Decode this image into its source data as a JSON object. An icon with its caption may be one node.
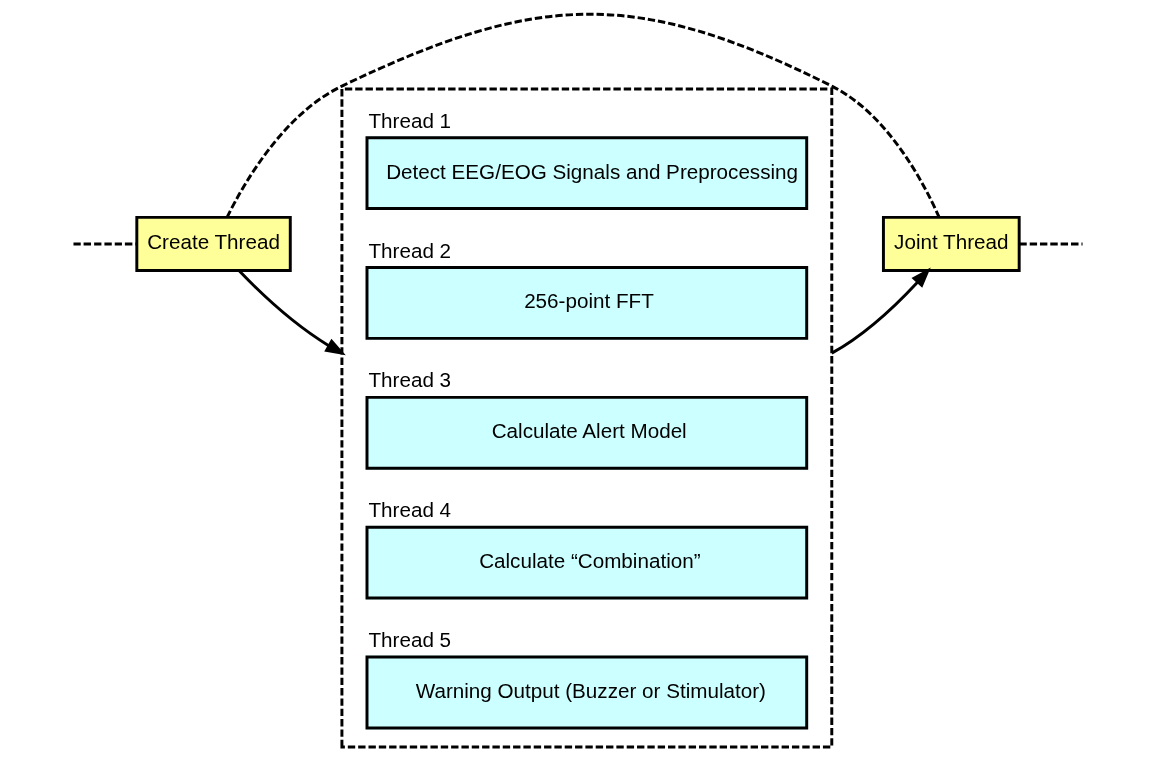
{
  "diagram": {
    "nodes": [
      {
        "text": [
          "Create Thread"
        ]
      },
      {
        "text": [
          "Joint Thread"
        ]
      },
      {
        "text": [],
        "shape": "box"
      },
      {
        "text": [
          "Thread 1",
          "Detect EEG/EOG Signals and Preprocessing"
        ],
        "in": 2
      },
      {
        "text": [
          "Thread 2",
          "256-point FFT"
        ],
        "in": 2
      },
      {
        "text": [
          "Thread 3",
          "Calculate Alert Model"
        ],
        "in": 2
      },
      {
        "text": [
          "Thread 4",
          "Calculate “Combination”"
        ],
        "in": 2
      },
      {
        "text": [
          "Thread 5",
          "Warning Output (Buzzer or Stimulator)"
        ],
        "in": 2
      }
    ],
    "edges": [
      {
        "from": null,
        "to": 0,
        "arrow": "none",
        "style": "dashed"
      },
      {
        "from": 0,
        "to": 1,
        "arrow": "none",
        "style": "dashed"
      },
      {
        "from": 1,
        "to": null,
        "arrow": "none",
        "style": "dashed"
      },
      {
        "from": 0,
        "to": 2,
        "arrow": "to"
      },
      {
        "from": 2,
        "to": 1,
        "arrow": "to"
      }
    ]
  }
}
